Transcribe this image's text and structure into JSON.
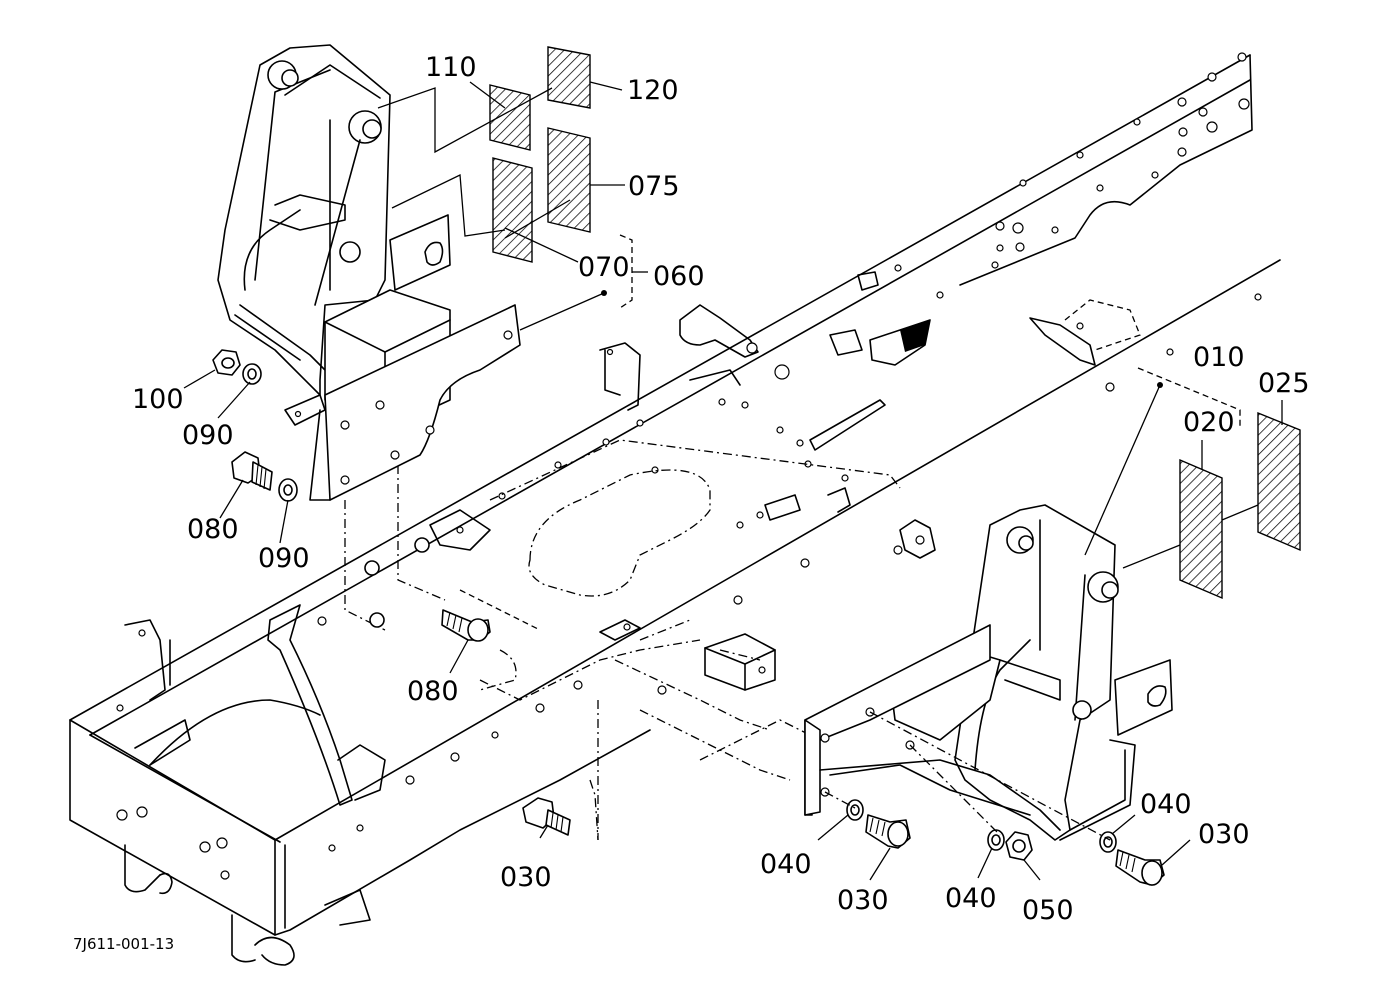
{
  "figure_id": "7J611-001-13",
  "callouts": {
    "c110": "110",
    "c120": "120",
    "c075": "075",
    "c070": "070",
    "c060": "060",
    "c100": "100",
    "c090a": "090",
    "c080a": "080",
    "c090b": "090",
    "c080b": "080",
    "c010": "010",
    "c025": "025",
    "c020": "020",
    "c040a": "040",
    "c030a": "030",
    "c040b": "040",
    "c030b": "030",
    "c030c": "030",
    "c040c": "040",
    "c050": "050"
  }
}
